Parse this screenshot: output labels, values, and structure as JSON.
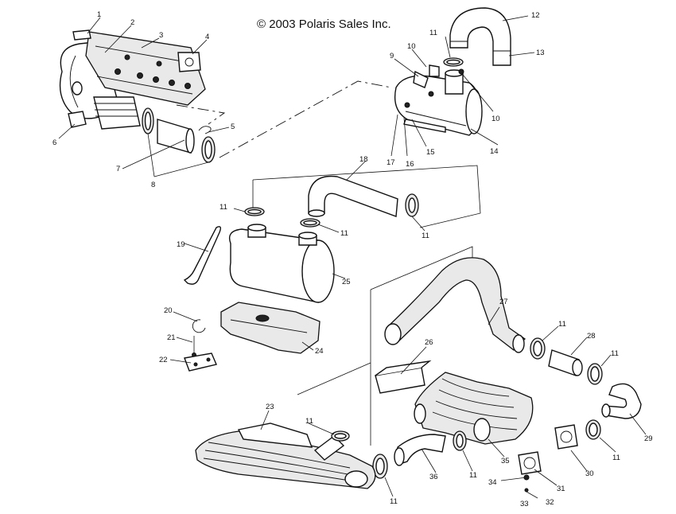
{
  "copyright": "© 2003 Polaris Sales Inc.",
  "callouts": [
    {
      "id": "c1",
      "label": "1"
    },
    {
      "id": "c2",
      "label": "2"
    },
    {
      "id": "c3",
      "label": "3"
    },
    {
      "id": "c4",
      "label": "4"
    },
    {
      "id": "c5",
      "label": "5"
    },
    {
      "id": "c6",
      "label": "6"
    },
    {
      "id": "c7",
      "label": "7"
    },
    {
      "id": "c8",
      "label": "8"
    },
    {
      "id": "c9",
      "label": "9"
    },
    {
      "id": "c10a",
      "label": "10"
    },
    {
      "id": "c10b",
      "label": "10"
    },
    {
      "id": "c11a",
      "label": "11"
    },
    {
      "id": "c12",
      "label": "12"
    },
    {
      "id": "c13",
      "label": "13"
    },
    {
      "id": "c14",
      "label": "14"
    },
    {
      "id": "c15",
      "label": "15"
    },
    {
      "id": "c16",
      "label": "16"
    },
    {
      "id": "c17",
      "label": "17"
    },
    {
      "id": "c18",
      "label": "18"
    },
    {
      "id": "c11b",
      "label": "11"
    },
    {
      "id": "c11c",
      "label": "11"
    },
    {
      "id": "c11d",
      "label": "11"
    },
    {
      "id": "c19",
      "label": "19"
    },
    {
      "id": "c25",
      "label": "25"
    },
    {
      "id": "c20",
      "label": "20"
    },
    {
      "id": "c21",
      "label": "21"
    },
    {
      "id": "c22",
      "label": "22"
    },
    {
      "id": "c24",
      "label": "24"
    },
    {
      "id": "c27",
      "label": "27"
    },
    {
      "id": "c11e",
      "label": "11"
    },
    {
      "id": "c28",
      "label": "28"
    },
    {
      "id": "c11f",
      "label": "11"
    },
    {
      "id": "c26",
      "label": "26"
    },
    {
      "id": "c29",
      "label": "29"
    },
    {
      "id": "c23",
      "label": "23"
    },
    {
      "id": "c11g",
      "label": "11"
    },
    {
      "id": "c35",
      "label": "35"
    },
    {
      "id": "c11h",
      "label": "11"
    },
    {
      "id": "c30",
      "label": "30"
    },
    {
      "id": "c36",
      "label": "36"
    },
    {
      "id": "c11i",
      "label": "11"
    },
    {
      "id": "c11j",
      "label": "11"
    },
    {
      "id": "c34",
      "label": "34"
    },
    {
      "id": "c31",
      "label": "31"
    },
    {
      "id": "c33",
      "label": "33"
    },
    {
      "id": "c32",
      "label": "32"
    }
  ]
}
